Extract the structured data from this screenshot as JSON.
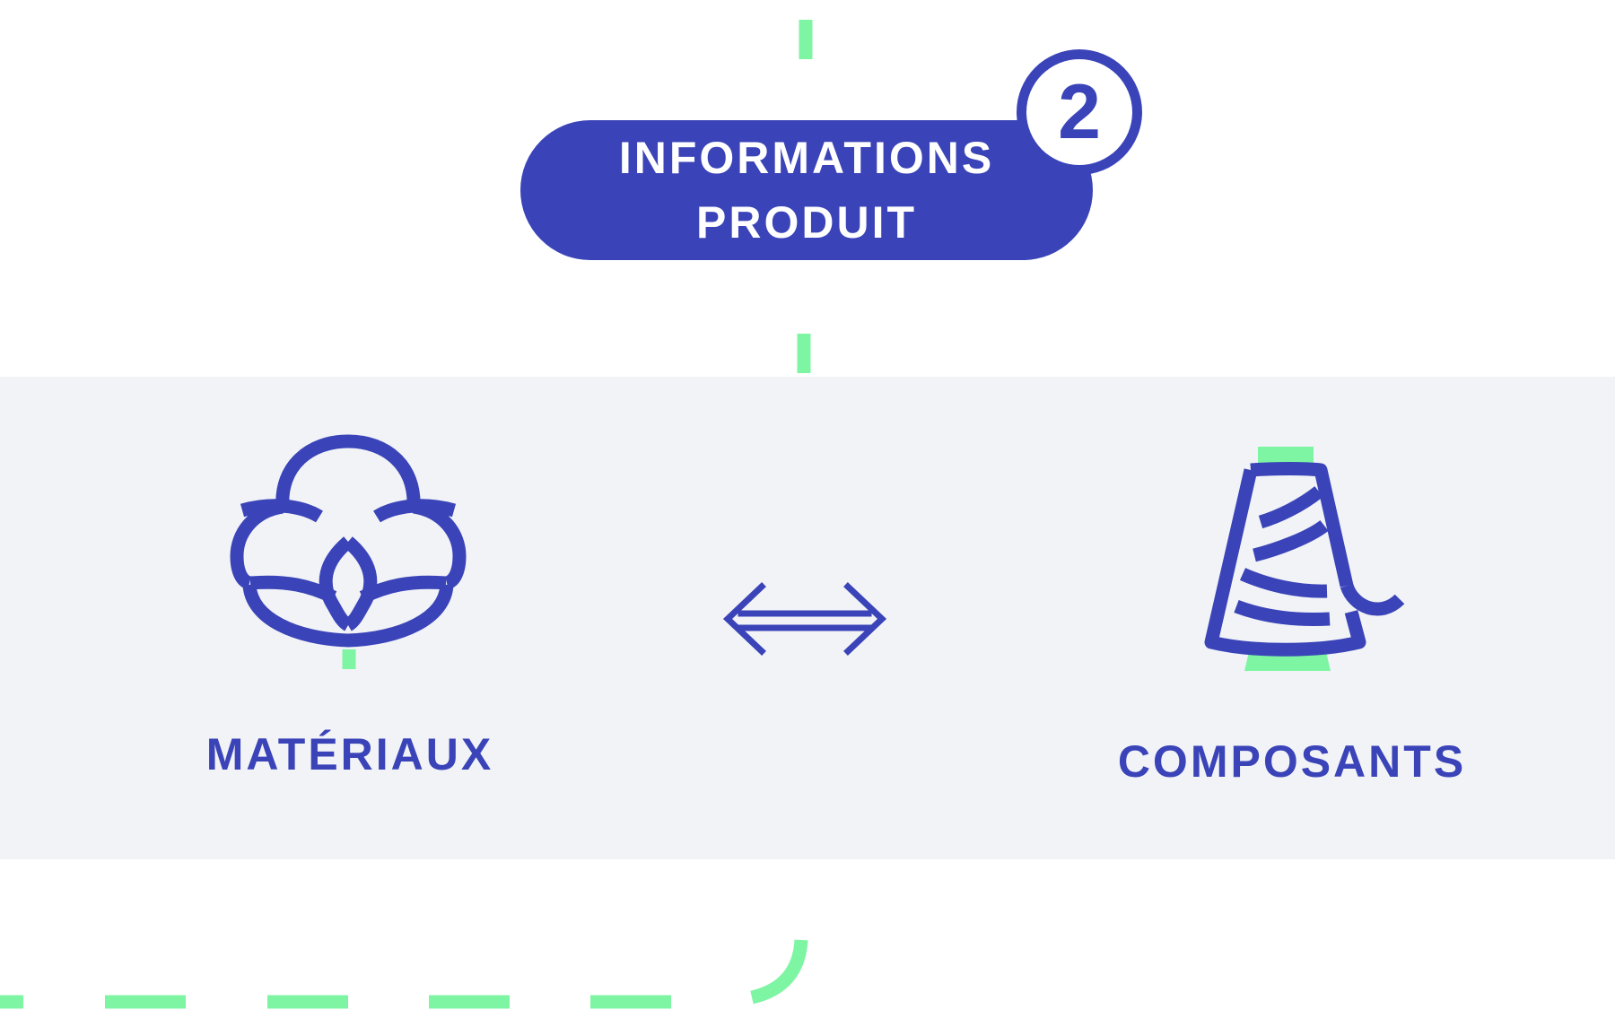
{
  "header": {
    "title_line1": "INFORMATIONS",
    "title_line2": "PRODUIT",
    "step_number": "2"
  },
  "left": {
    "label": "MATÉRIAUX",
    "icon": "cotton-icon"
  },
  "center": {
    "icon": "double-arrow-icon"
  },
  "right": {
    "label": "COMPOSANTS",
    "icon": "thread-spool-icon"
  },
  "colors": {
    "primary": "#3a44b8",
    "accent": "#7ef5a3",
    "band": "#f2f3f7"
  }
}
